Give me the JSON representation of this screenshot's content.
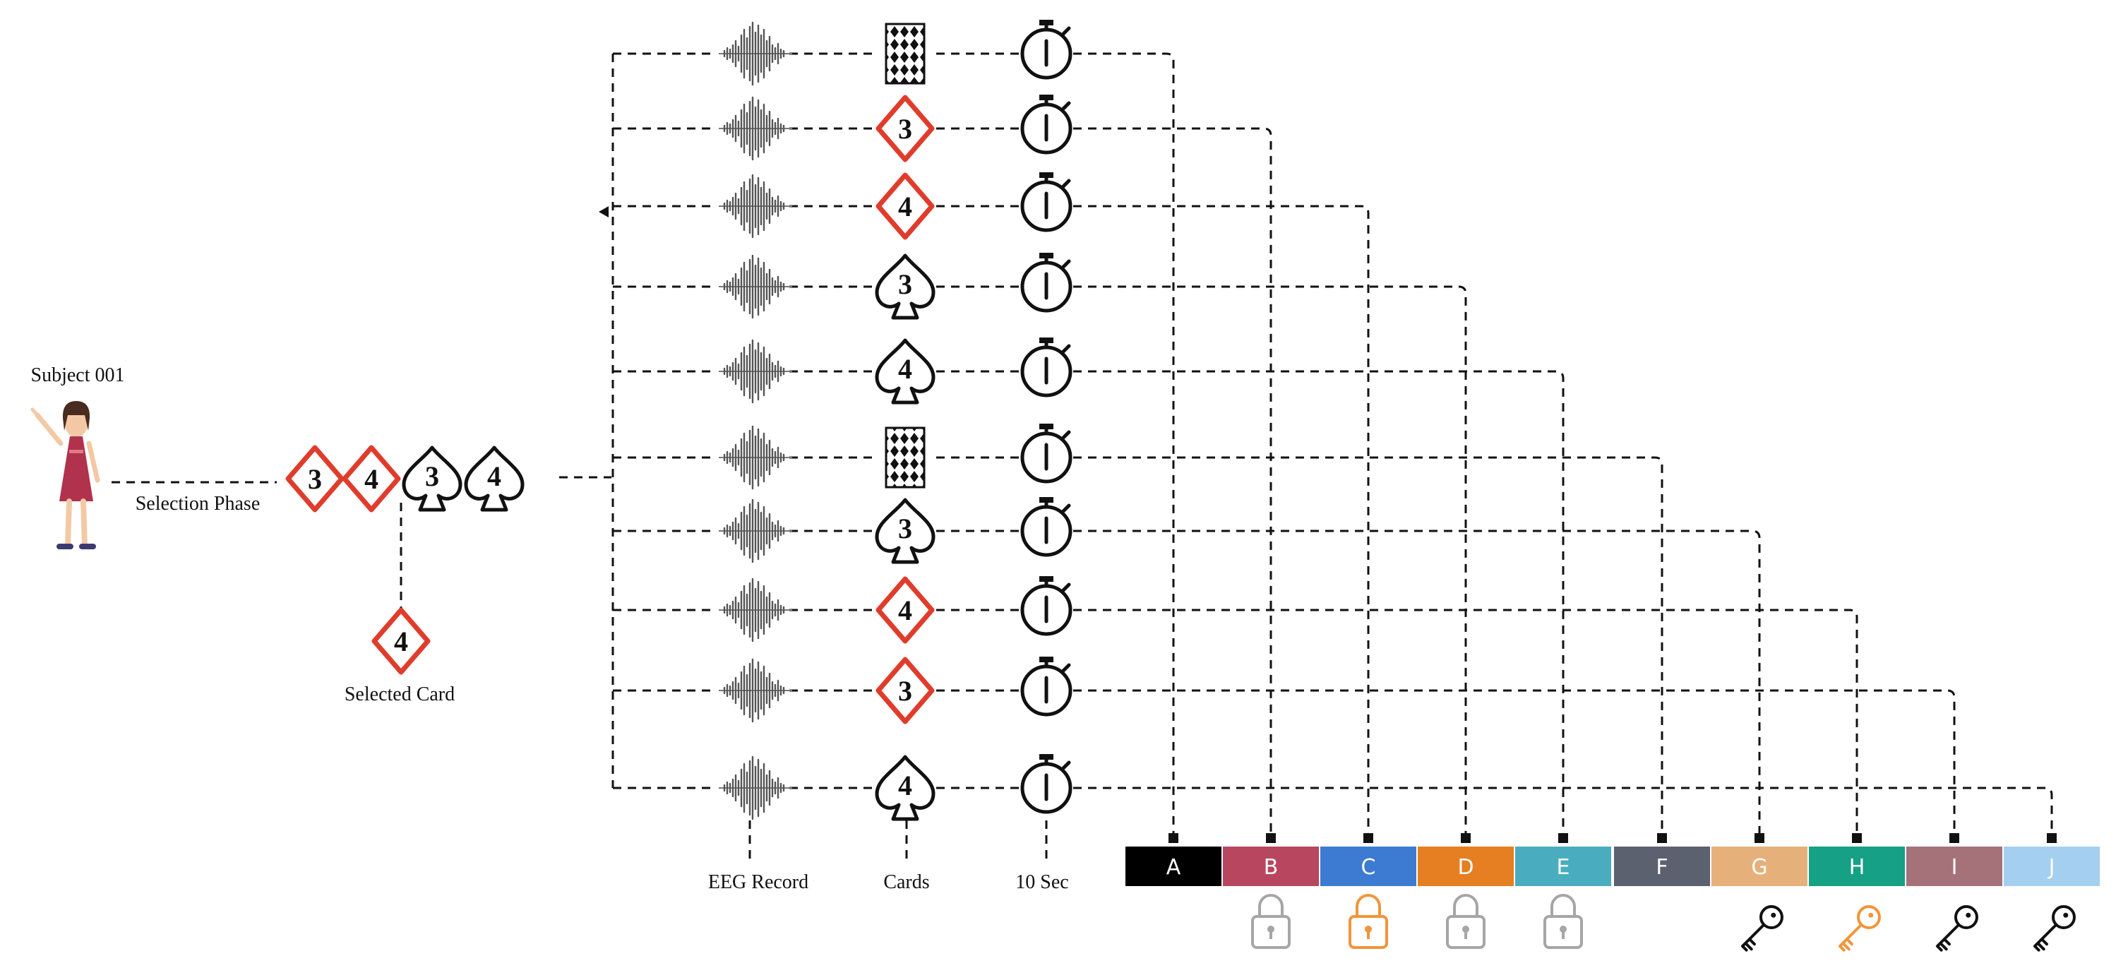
{
  "subject": {
    "label": "Subject 001"
  },
  "phases": {
    "selection": "Selection Phase"
  },
  "hand": [
    {
      "rank": "3",
      "suit": "diamond"
    },
    {
      "rank": "4",
      "suit": "diamond"
    },
    {
      "rank": "3",
      "suit": "spade"
    },
    {
      "rank": "4",
      "suit": "spade"
    }
  ],
  "selected": {
    "label": "Selected Card",
    "rank": "4",
    "suit": "diamond"
  },
  "trials": [
    {
      "card": "back"
    },
    {
      "card": "diamond",
      "rank": "3"
    },
    {
      "card": "diamond",
      "rank": "4"
    },
    {
      "card": "spade",
      "rank": "3"
    },
    {
      "card": "spade",
      "rank": "4"
    },
    {
      "card": "back"
    },
    {
      "card": "spade",
      "rank": "3"
    },
    {
      "card": "diamond",
      "rank": "4"
    },
    {
      "card": "diamond",
      "rank": "3"
    },
    {
      "card": "spade",
      "rank": "4"
    }
  ],
  "column_labels": {
    "eeg": "EEG Record",
    "cards": "Cards",
    "time": "10 Sec"
  },
  "bins": [
    {
      "label": "A",
      "color": "#000000",
      "icon": "none"
    },
    {
      "label": "B",
      "color": "#b8465e",
      "icon": "lock-gray"
    },
    {
      "label": "C",
      "color": "#3d7bd3",
      "icon": "lock-orange"
    },
    {
      "label": "D",
      "color": "#e67e22",
      "icon": "lock-gray"
    },
    {
      "label": "E",
      "color": "#4aadbf",
      "icon": "lock-gray"
    },
    {
      "label": "F",
      "color": "#5c6170",
      "icon": "none"
    },
    {
      "label": "G",
      "color": "#e6b07a",
      "icon": "key-black"
    },
    {
      "label": "H",
      "color": "#16a085",
      "icon": "key-orange"
    },
    {
      "label": "I",
      "color": "#a6727a",
      "icon": "key-black"
    },
    {
      "label": "J",
      "color": "#a4cff0",
      "icon": "key-black"
    }
  ],
  "colors": {
    "diamond": "#e03c2c",
    "line": "#111111",
    "lock_gray": "#a6a6a6",
    "accent_orange": "#f0953a"
  }
}
